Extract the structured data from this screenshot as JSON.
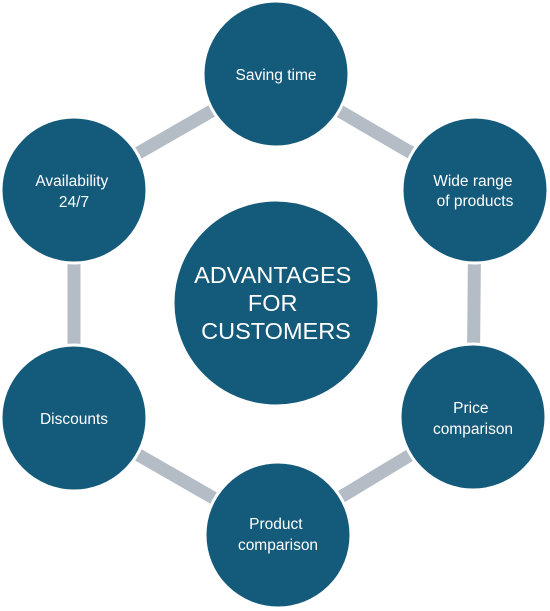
{
  "diagram": {
    "center": {
      "label_lines": [
        "ADVANTAGES",
        "FOR",
        "CUSTOMERS"
      ]
    },
    "nodes": [
      {
        "id": "saving-time",
        "label_lines": [
          "Saving time"
        ]
      },
      {
        "id": "wide-range-of-products",
        "label_lines": [
          "Wide range",
          "of products"
        ]
      },
      {
        "id": "price-comparison",
        "label_lines": [
          "Price",
          "comparison"
        ]
      },
      {
        "id": "product-comparison",
        "label_lines": [
          "Product",
          "comparison"
        ]
      },
      {
        "id": "discounts",
        "label_lines": [
          "Discounts"
        ]
      },
      {
        "id": "availability-24-7",
        "label_lines": [
          "Availability",
          "24/7"
        ]
      }
    ],
    "colors": {
      "node_fill": "#145a7a",
      "ring": "#b4bcc6",
      "text": "#ffffff"
    }
  }
}
